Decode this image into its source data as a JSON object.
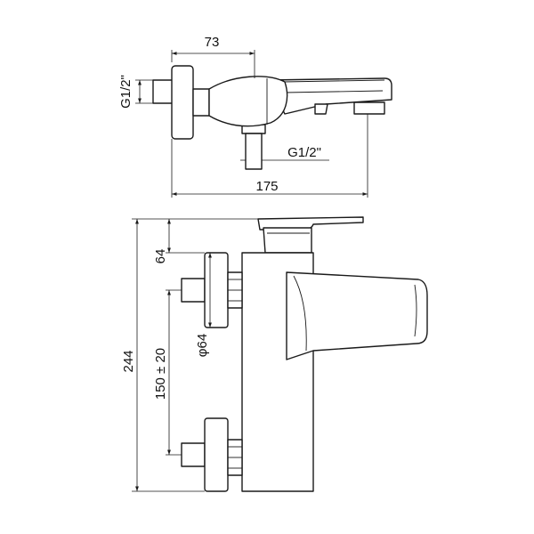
{
  "dimensions": {
    "top_width": "73",
    "thread_inlet": "G1/2\"",
    "thread_outlet": "G1/2\"",
    "overall_depth": "175",
    "spout_height": "64",
    "flange_diameter": "φ64",
    "centers": "150 ± 20",
    "overall_height": "244"
  },
  "colors": {
    "line": "#1a1a1a",
    "background": "#ffffff"
  }
}
